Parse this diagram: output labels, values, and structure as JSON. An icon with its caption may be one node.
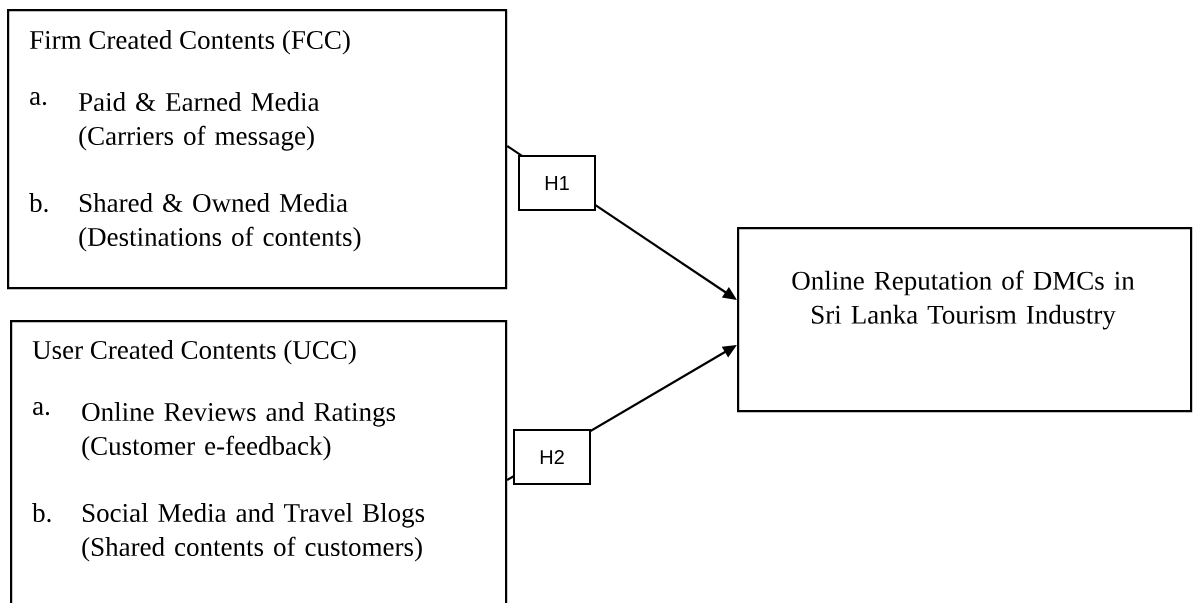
{
  "diagram": {
    "nodes": [
      {
        "text": [
          "Firm Created Contents (FCC)",
          "a.",
          "Paid & Earned Media (Carriers of message)",
          "b.",
          "Shared & Owned Media (Destinations of contents)"
        ]
      },
      {
        "text": [
          "User Created Contents (UCC)",
          "a.",
          "Online Reviews and Ratings (Customer e-feedback)",
          "b.",
          "Social Media and Travel Blogs (Shared contents of customers)"
        ]
      },
      {
        "text": [
          "Online Reputation of DMCs in Sri Lanka Tourism Industry"
        ]
      }
    ],
    "edges": [
      {
        "from": 0,
        "to": 2,
        "arrow": "to",
        "label": "H1"
      },
      {
        "from": 1,
        "to": 2,
        "arrow": "to",
        "label": "H2"
      }
    ]
  }
}
